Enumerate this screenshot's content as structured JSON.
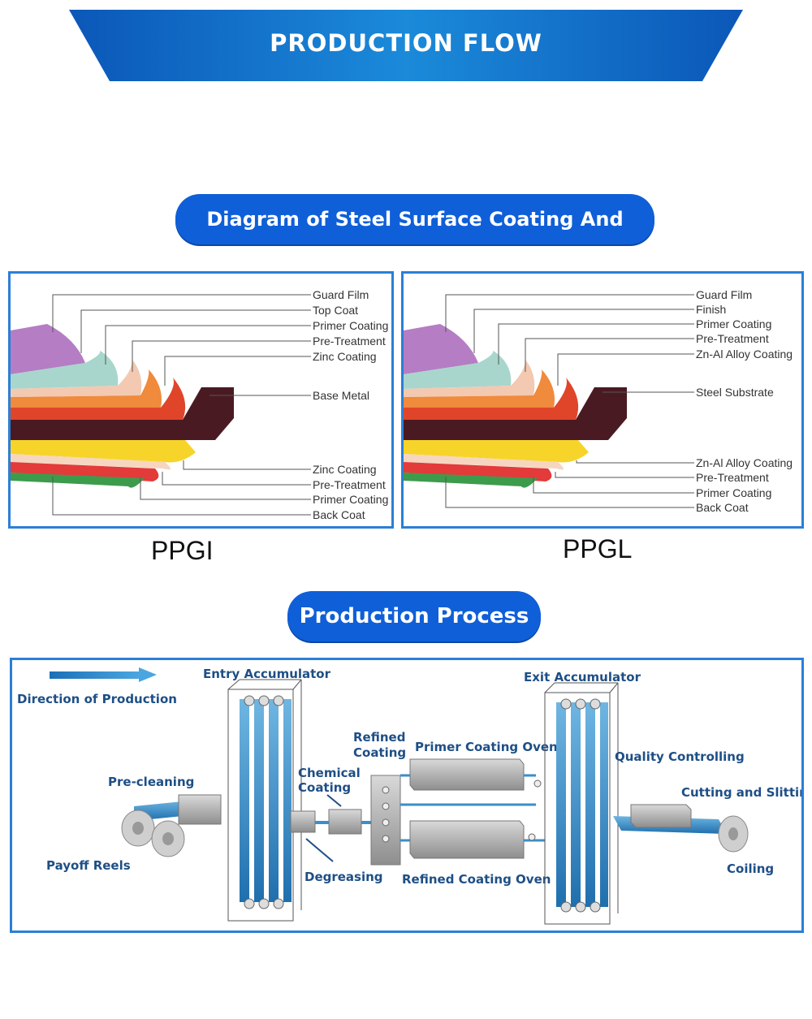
{
  "banner": {
    "title": "PRODUCTION FLOW"
  },
  "section1": {
    "title": "Diagram of Steel Surface Coating And Layers"
  },
  "ppgi": {
    "caption": "PPGI",
    "top_labels": [
      "Guard Film",
      "Top Coat",
      "Primer Coating",
      "Pre-Treatment",
      "Zinc Coating"
    ],
    "middle_label": "Base Metal",
    "bottom_labels": [
      "Zinc Coating",
      "Pre-Treatment",
      "Primer Coating",
      "Back Coat"
    ]
  },
  "ppgl": {
    "caption": "PPGL",
    "top_labels": [
      "Guard Film",
      "Finish",
      "Primer Coating",
      "Pre-Treatment",
      "Zn-Al Alloy Coating"
    ],
    "middle_label": "Steel Substrate",
    "bottom_labels": [
      "Zn-Al Alloy Coating",
      "Pre-Treatment",
      "Primer Coating",
      "Back Coat"
    ]
  },
  "section2": {
    "title": "Production Process"
  },
  "process": {
    "direction": "Direction of Production",
    "entry_accumulator": "Entry Accumulator",
    "exit_accumulator": "Exit Accumulator",
    "pre_cleaning": "Pre-cleaning",
    "payoff_reels": "Payoff Reels",
    "chemical_coating_1": "Chemical",
    "chemical_coating_2": "Coating",
    "refined_coating_1": "Refined",
    "refined_coating_2": "Coating",
    "primer_oven": "Primer Coating Oven",
    "refined_oven": "Refined Coating Oven",
    "degreasing": "Degreasing",
    "quality": "Quality Controlling",
    "cutting": "Cutting and Slitting",
    "coiling": "Coiling"
  },
  "colors": {
    "brand_blue": "#0f5fd8",
    "panel_border": "#2b7fd6",
    "strip_blue": "#3a8fc8"
  }
}
